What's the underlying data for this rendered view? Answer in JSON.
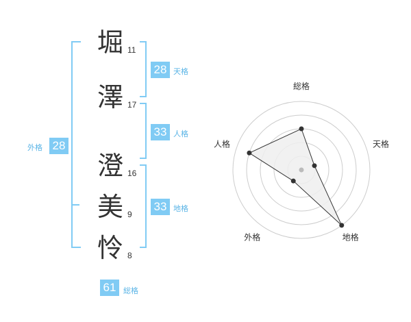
{
  "name": {
    "surname": [
      {
        "char": "堀",
        "strokes": "11"
      },
      {
        "char": "澤",
        "strokes": "17"
      }
    ],
    "given": [
      {
        "char": "澄",
        "strokes": "16"
      },
      {
        "char": "美",
        "strokes": "9"
      },
      {
        "char": "怜",
        "strokes": "8"
      }
    ]
  },
  "fortune": {
    "tenkaku": {
      "value": "28",
      "label": "天格"
    },
    "jinkaku": {
      "value": "33",
      "label": "人格"
    },
    "chikaku": {
      "value": "33",
      "label": "地格"
    },
    "gaikaku": {
      "value": "28",
      "label": "外格"
    },
    "soukaku": {
      "value": "61",
      "label": "総格"
    }
  },
  "radar": {
    "axes": [
      "総格",
      "天格",
      "地格",
      "外格",
      "人格"
    ],
    "values": [
      3,
      1,
      5,
      1,
      4
    ],
    "max": 5,
    "ring_count": 5,
    "colors": {
      "ring": "#cccccc",
      "fill": "#eeeeee",
      "line": "#333333",
      "point": "#333333",
      "center": "#bbbbbb"
    }
  }
}
